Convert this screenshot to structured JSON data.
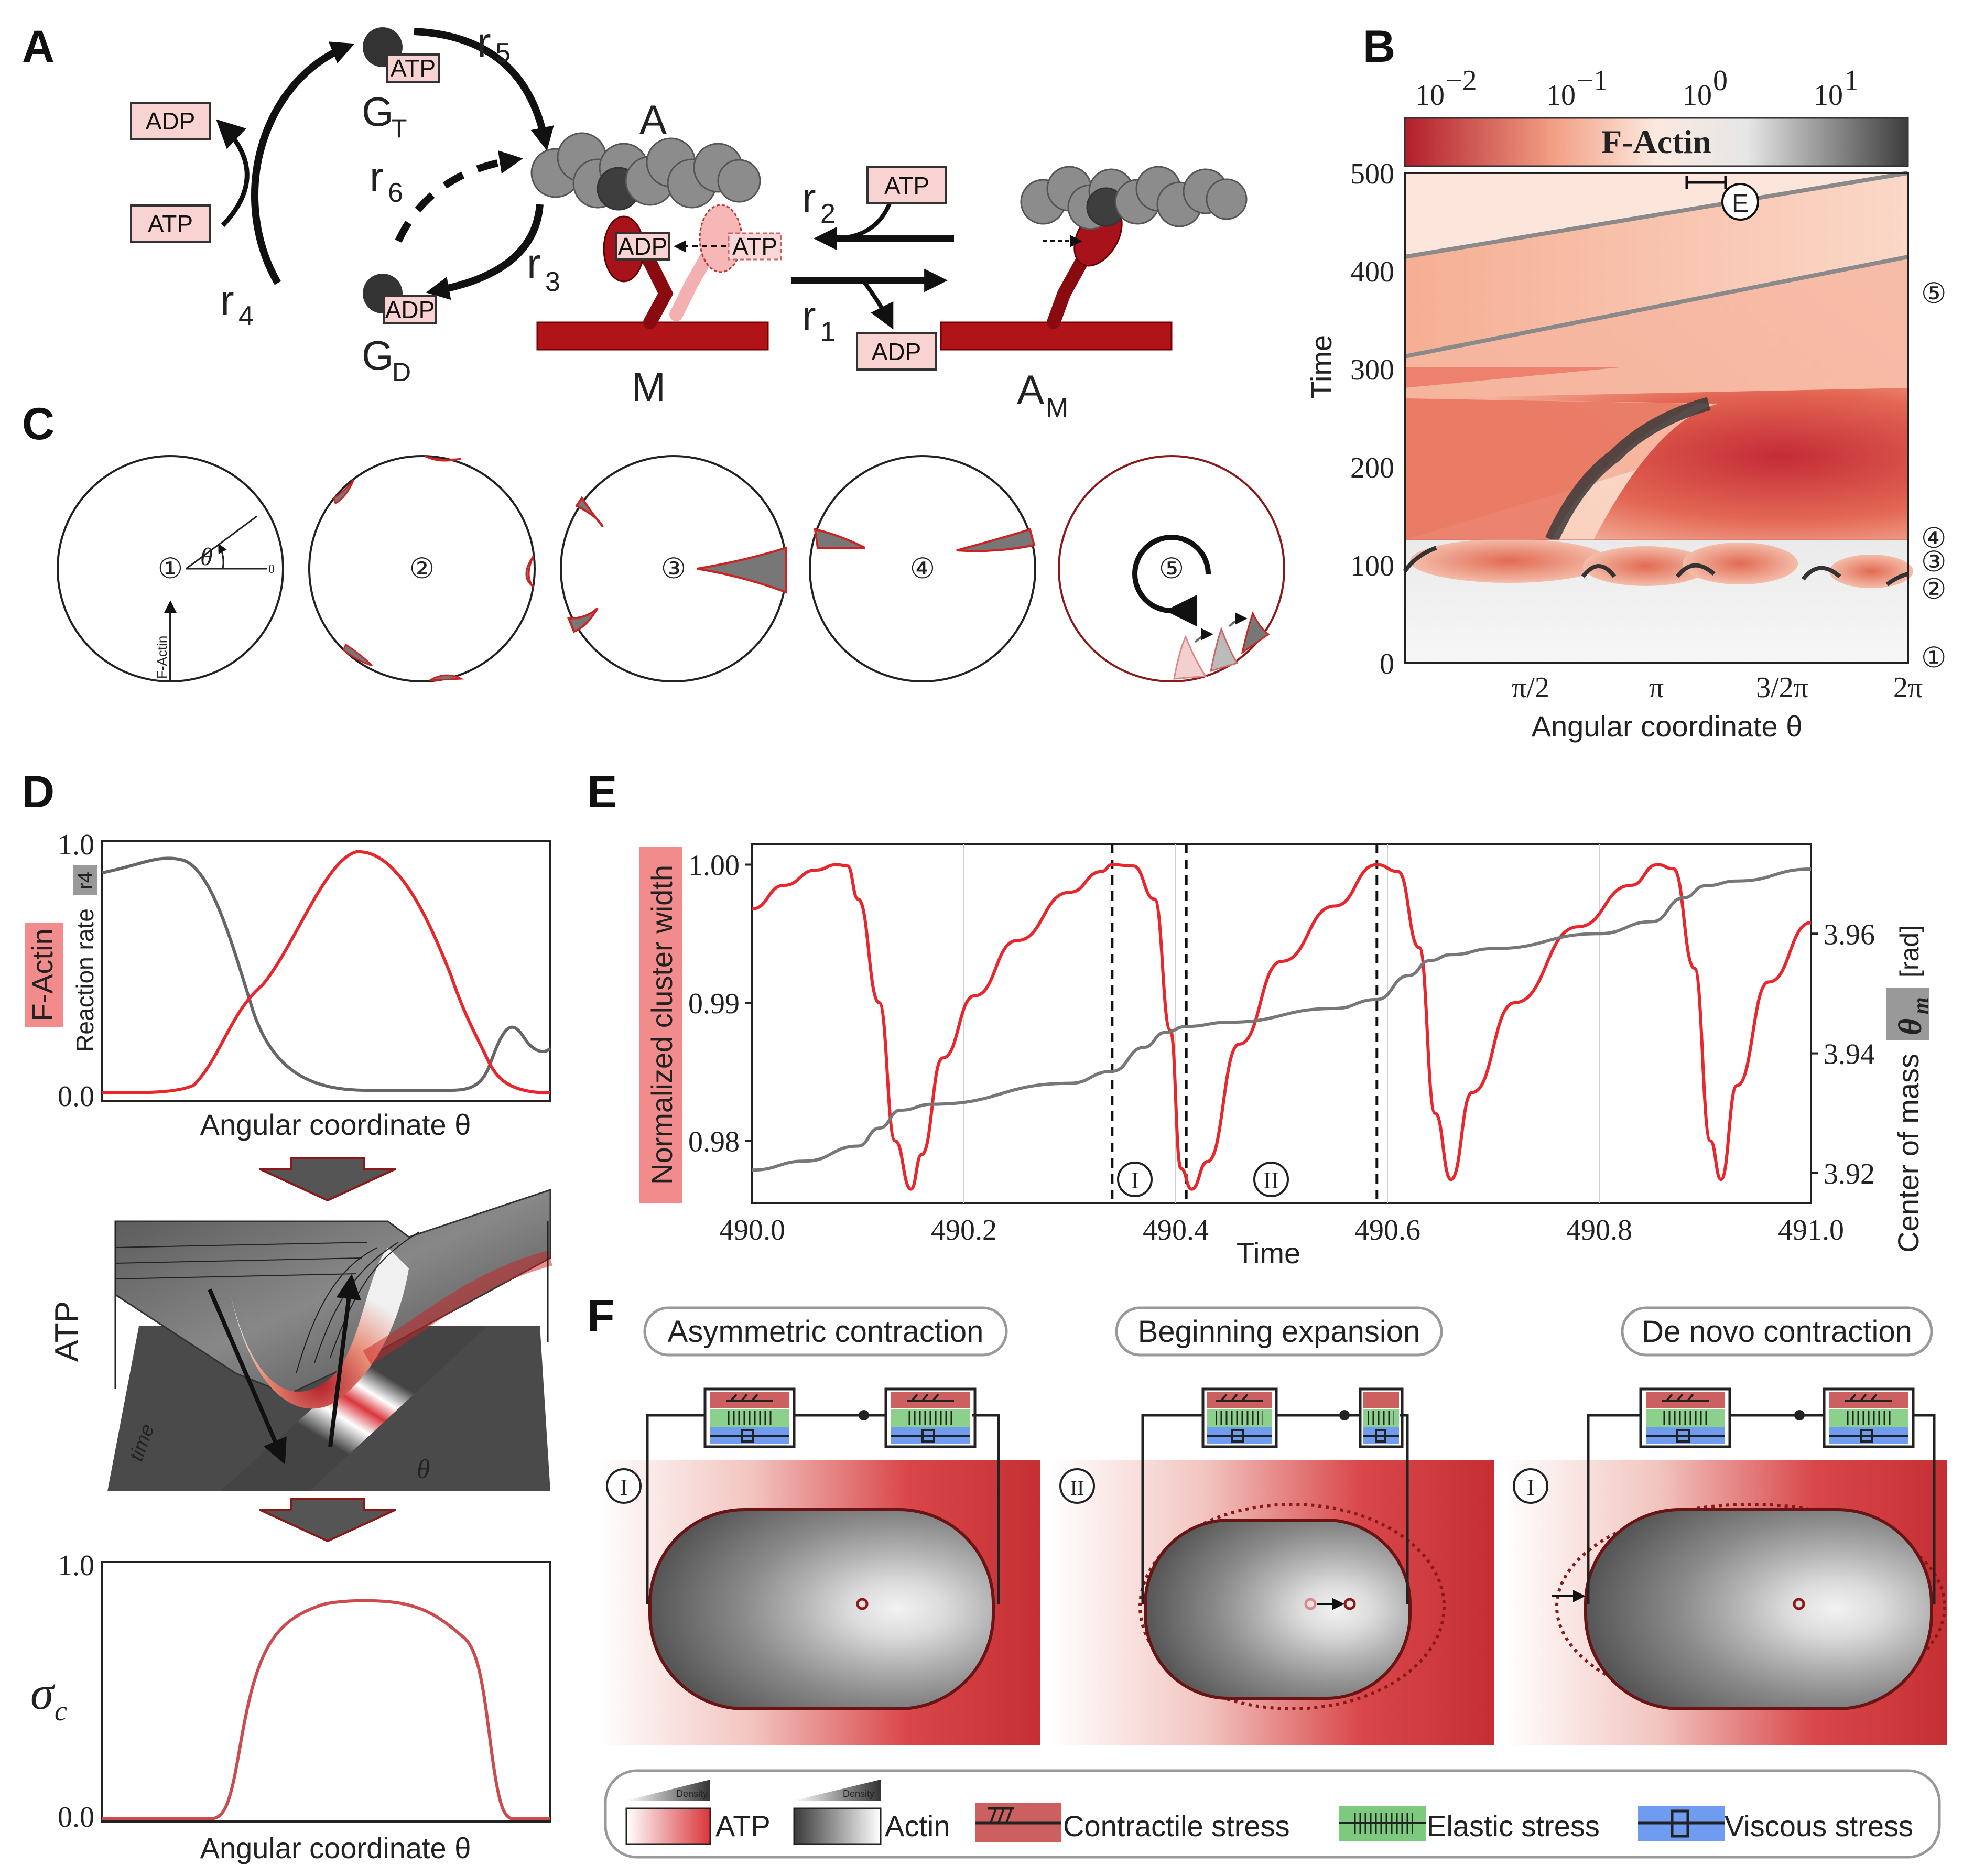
{
  "panel_letters": {
    "a": "A",
    "b": "B",
    "c": "C",
    "d": "D",
    "e": "E",
    "f": "F"
  },
  "panel_a": {
    "tags": {
      "adp_top": "ADP",
      "atp_left": "ATP",
      "gt_atp": "ATP",
      "gd_adp": "ADP",
      "myo_adp": "ADP",
      "myo_atp": "ATP",
      "atp_right": "ATP",
      "adp_right": "ADP"
    },
    "rates": {
      "r1": "r",
      "r1_sub": "1",
      "r2": "r",
      "r2_sub": "2",
      "r3": "r",
      "r3_sub": "3",
      "r4": "r",
      "r4_sub": "4",
      "r5": "r",
      "r5_sub": "5",
      "r6": "r",
      "r6_sub": "6"
    },
    "species": {
      "gt": "G",
      "gt_sub": "T",
      "gd": "G",
      "gd_sub": "D",
      "a": "A",
      "m": "M",
      "am": "A",
      "am_sub": "M"
    }
  },
  "panel_b": {
    "colorbar_title": "F-Actin",
    "colorbar_ticks": [
      {
        "base": "10",
        "exp": "−2"
      },
      {
        "base": "10",
        "exp": "−1"
      },
      {
        "base": "10",
        "exp": "0"
      },
      {
        "base": "10",
        "exp": "1"
      }
    ],
    "ylabel": "Time",
    "xlabel": "Angular coordinate θ",
    "yticks": [
      "0",
      "100",
      "200",
      "300",
      "400",
      "500"
    ],
    "xticks": [
      "π/2",
      "π",
      "3/2π",
      "2π"
    ],
    "stage_markers": [
      "①",
      "②",
      "③",
      "④",
      "⑤"
    ],
    "inset_marker": "E"
  },
  "panel_c": {
    "stages": [
      "①",
      "②",
      "③",
      "④",
      "⑤"
    ],
    "theta_label": "θ",
    "zero_label": "0",
    "factin_label": "F-Actin"
  },
  "panel_d": {
    "top": {
      "xlabel": "Angular coordinate θ",
      "ylabel_red": "F-Actin",
      "ylabel_gray": "Reaction rate",
      "ylabel_tag": "r4",
      "yticks": [
        "0.0",
        "1.0"
      ]
    },
    "middle": {
      "zlabel": "ATP",
      "time_label": "time",
      "theta_label": "θ"
    },
    "bottom": {
      "xlabel": "Angular coordinate θ",
      "ylabel": "σ",
      "ylabel_sub": "c",
      "yticks": [
        "0.0",
        "1.0"
      ]
    }
  },
  "panel_e": {
    "ylabel_left": "Normalized cluster width",
    "ylabel_right_pre": "Center of mass",
    "ylabel_right_sym": "θ",
    "ylabel_right_sub": "m",
    "ylabel_right_unit": "[rad]",
    "xlabel": "Time",
    "xticks": [
      "490.0",
      "490.2",
      "490.4",
      "490.6",
      "490.8",
      "491.0"
    ],
    "yticks_left": [
      "0.98",
      "0.99",
      "1.00"
    ],
    "yticks_right": [
      "3.92",
      "3.94",
      "3.96"
    ],
    "phase_labels": [
      "I",
      "II"
    ]
  },
  "chart_data": {
    "type": "line",
    "xlabel": "Time",
    "ylabel": "Normalized cluster width",
    "y2label": "Center of mass θm [rad]",
    "xlim": [
      490.0,
      491.0
    ],
    "ylim": [
      0.9755,
      1.0015
    ],
    "y2lim": [
      3.915,
      3.975
    ],
    "dashed_x": [
      490.34,
      490.41,
      490.59
    ],
    "series": [
      {
        "name": "Normalized cluster width",
        "color": "#e8262b",
        "axis": "left",
        "x": [
          490.0,
          490.03,
          490.06,
          490.08,
          490.09,
          490.1,
          490.12,
          490.135,
          490.15,
          490.16,
          490.18,
          490.21,
          490.25,
          490.3,
          490.33,
          490.34,
          490.36,
          490.38,
          490.395,
          490.405,
          490.415,
          490.43,
          490.46,
          490.5,
          490.55,
          490.59,
          490.61,
          490.63,
          490.645,
          490.66,
          490.68,
          490.72,
          490.78,
          490.83,
          490.855,
          490.87,
          490.89,
          490.905,
          490.915,
          490.93,
          490.96,
          491.0
        ],
        "values": [
          0.9968,
          0.9985,
          0.9996,
          1.0,
          0.9999,
          0.9975,
          0.99,
          0.98,
          0.9765,
          0.979,
          0.986,
          0.9905,
          0.9945,
          0.998,
          0.9995,
          1.0,
          0.9999,
          0.9975,
          0.988,
          0.978,
          0.9765,
          0.9785,
          0.987,
          0.993,
          0.997,
          1.0,
          0.9995,
          0.994,
          0.982,
          0.9772,
          0.9835,
          0.99,
          0.9955,
          0.9985,
          1.0,
          0.9997,
          0.9925,
          0.98,
          0.9772,
          0.984,
          0.9915,
          0.9958
        ]
      },
      {
        "name": "Center of mass",
        "color": "#777777",
        "axis": "right",
        "x": [
          490.0,
          490.05,
          490.1,
          490.12,
          490.14,
          490.17,
          490.3,
          490.34,
          490.37,
          490.39,
          490.41,
          490.45,
          490.55,
          490.59,
          490.62,
          490.64,
          490.66,
          490.7,
          490.8,
          490.85,
          490.88,
          490.9,
          490.93,
          491.0
        ],
        "values": [
          3.9205,
          3.922,
          3.9245,
          3.9275,
          3.9305,
          3.9315,
          3.935,
          3.937,
          3.941,
          3.9435,
          3.9445,
          3.9452,
          3.9475,
          3.949,
          3.953,
          3.9555,
          3.9565,
          3.9575,
          3.96,
          3.962,
          3.966,
          3.968,
          3.9688,
          3.9708
        ]
      }
    ]
  },
  "panel_f": {
    "titles": [
      "Asymmetric contraction",
      "Beginning expansion",
      "De novo contraction"
    ],
    "phases": [
      "I",
      "II",
      "I"
    ],
    "legend": {
      "atp": "ATP",
      "actin": "Actin",
      "density": "Density",
      "contractile": "Contractile stress",
      "elastic": "Elastic stress",
      "viscous": "Viscous stress"
    }
  },
  "colors": {
    "red": "#b22028",
    "light_red": "#f7c2b6",
    "gray": "#777777",
    "green": "#7dc97d",
    "blue": "#6f9bf0"
  }
}
